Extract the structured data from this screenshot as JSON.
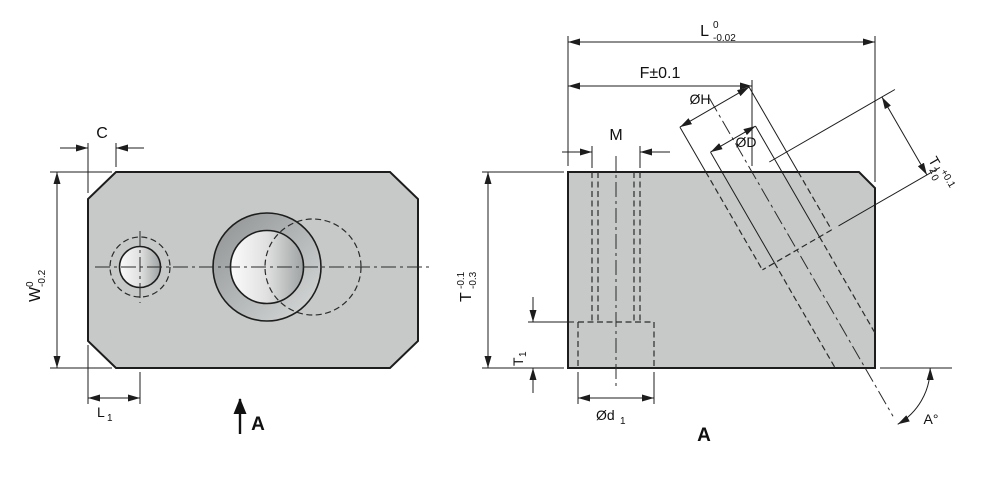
{
  "colors": {
    "background": "#ffffff",
    "part_fill": "#c7c9c8",
    "line_color": "#1d1d1d"
  },
  "plan_view": {
    "chamfer_dim": "C",
    "width_dim": {
      "label": "W",
      "tol_upper": "0",
      "tol_lower": "-0.2"
    },
    "l1_dim": {
      "label": "L",
      "sub": "1"
    },
    "view_arrow": "A"
  },
  "side_view": {
    "length_dim": {
      "label": "L",
      "tol_upper": "0",
      "tol_lower": "-0.02"
    },
    "f_dim": "F±0.1",
    "hole_h_dim": "ØH",
    "hole_d_dim": "ØD",
    "thread_dim": "M",
    "thickness_dim": {
      "label": "T",
      "tol_upper": "-0.1",
      "tol_lower": "-0.3"
    },
    "t1_dim": {
      "label": "T",
      "sub": "1"
    },
    "d1_dim": {
      "label": "Ød",
      "sub": "1"
    },
    "t2_dim": {
      "label": "T",
      "sub": "2",
      "tol_upper": "+0.1",
      "tol_lower": "0"
    },
    "angle_dim": "A°",
    "view_label": "A"
  }
}
